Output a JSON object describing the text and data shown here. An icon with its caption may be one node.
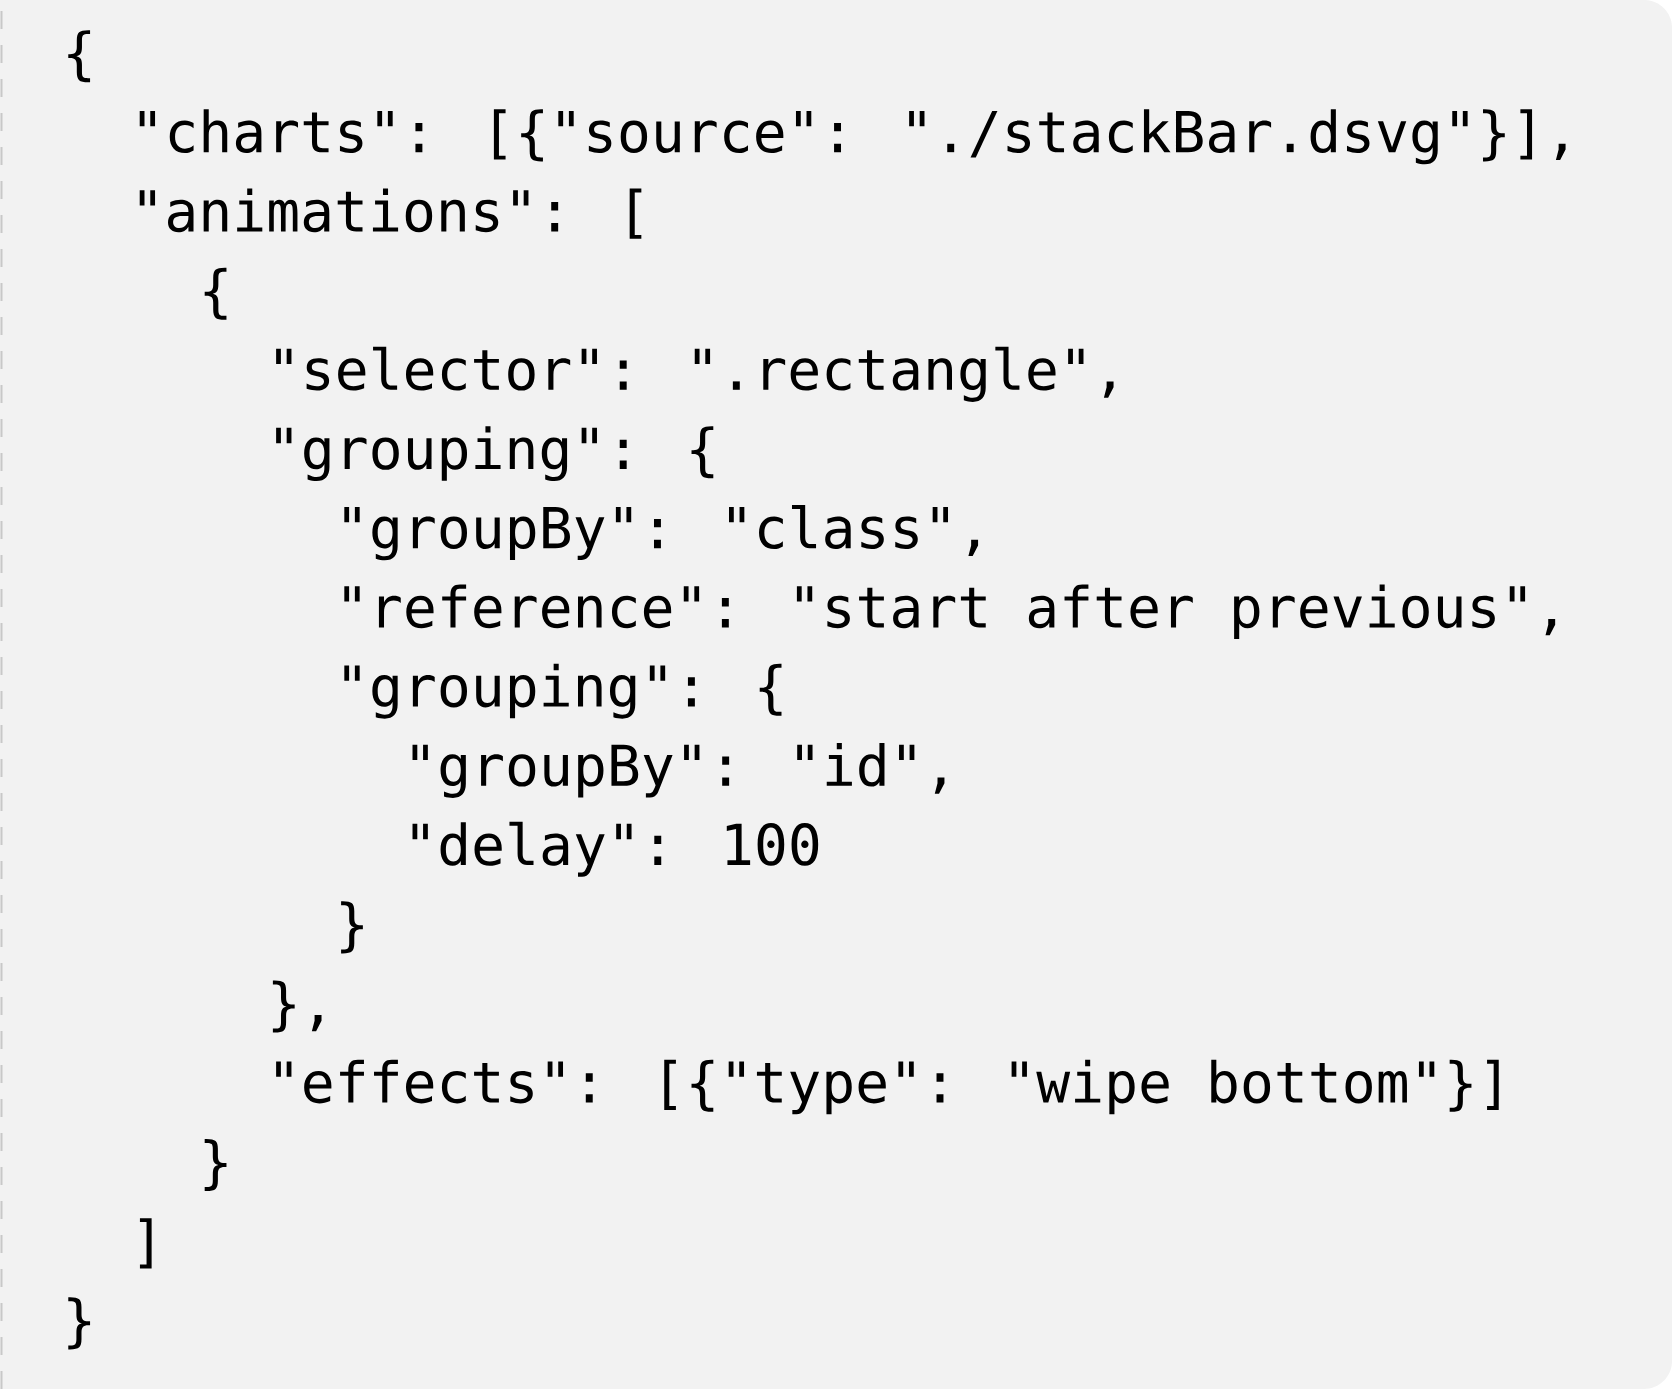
{
  "diagram": {
    "labels": [
      "{",
      "\"charts\": [{\"source\": \"./stackBar.dsvg\"}],",
      "\"animations\": [",
      "{",
      "\"selector\": \".rectangle\",",
      "\"grouping\": {",
      "\"groupBy\": \"class\",",
      "\"reference\": \"start after previous\",",
      "\"grouping\": {",
      "\"groupBy\": \"id\",",
      "\"delay\": 100",
      "}",
      "},",
      "\"effects\": [{\"type\": \"wipe bottom\"}]",
      "}",
      "]",
      "}"
    ]
  }
}
